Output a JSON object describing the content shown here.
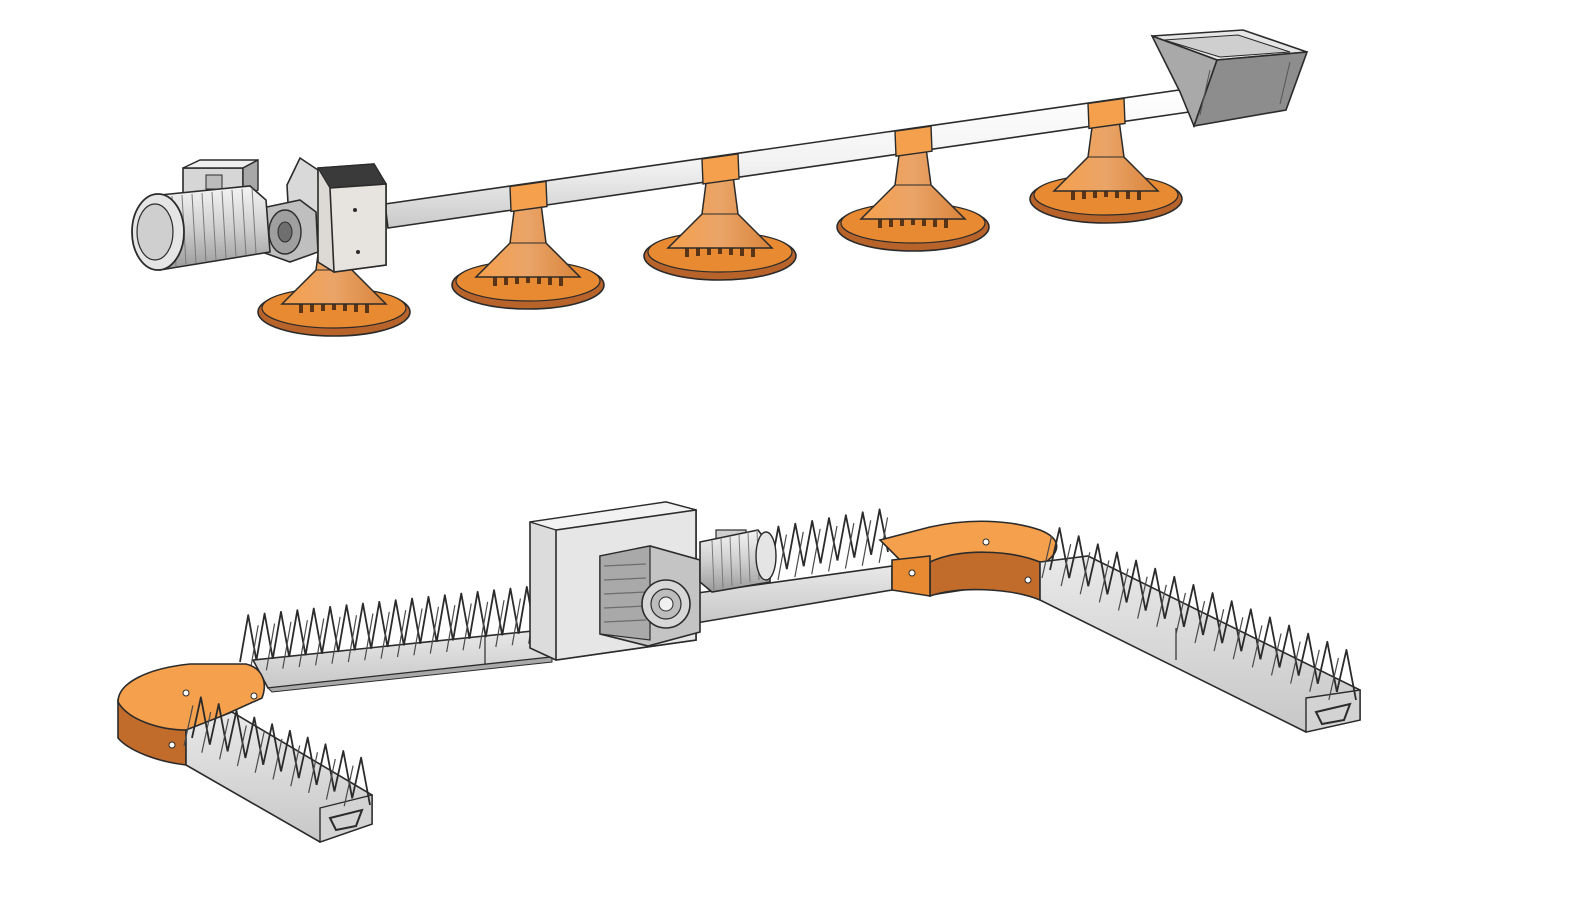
{
  "colors": {
    "orange_light": "#f5a04c",
    "orange": "#e88a32",
    "orange_dark": "#b8632a",
    "outline": "#2b2b2b",
    "pipe": "#f2f2f2",
    "pipe_shade": "#cfcfcf",
    "metal_light": "#e4e4e4",
    "metal": "#bdbdbd",
    "metal_dark": "#8d8d8d",
    "box_face": "#ddd9d4",
    "background": "#ffffff"
  },
  "icons": {
    "motor": "electric-motor-icon",
    "gearbox": "gearbox-icon",
    "hopper": "hopper-icon",
    "feeder_pan": "feeder-pan-icon",
    "chain_trough": "chain-feeder-trough-icon"
  },
  "systems": [
    {
      "id": "pan-feeding-line",
      "pans": 5
    },
    {
      "id": "chain-feeding-line",
      "corners": 2,
      "grill_runs": 4
    }
  ]
}
